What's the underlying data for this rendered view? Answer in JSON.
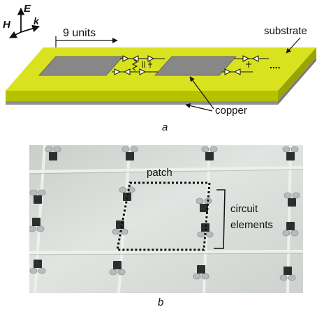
{
  "panel_a": {
    "axes": {
      "h": "H",
      "e": "E",
      "k": "k"
    },
    "dimension_label": "9 units",
    "substrate_label": "substrate",
    "copper_label": "copper",
    "ellipsis": "....",
    "caption": "a"
  },
  "panel_b": {
    "patch_label": "patch",
    "circuit_label_line1": "circuit",
    "circuit_label_line2": "elements",
    "caption": "b"
  },
  "colors": {
    "substrate_top": "#d8e21f",
    "substrate_side": "#a9b400",
    "copper_layer": "#9a9a9a",
    "patch": "#878787",
    "photo_bg": "#d6dbd7",
    "trace": "#f0f0ea",
    "component": "#2e2e2e",
    "solder": "#b9bcbe"
  }
}
